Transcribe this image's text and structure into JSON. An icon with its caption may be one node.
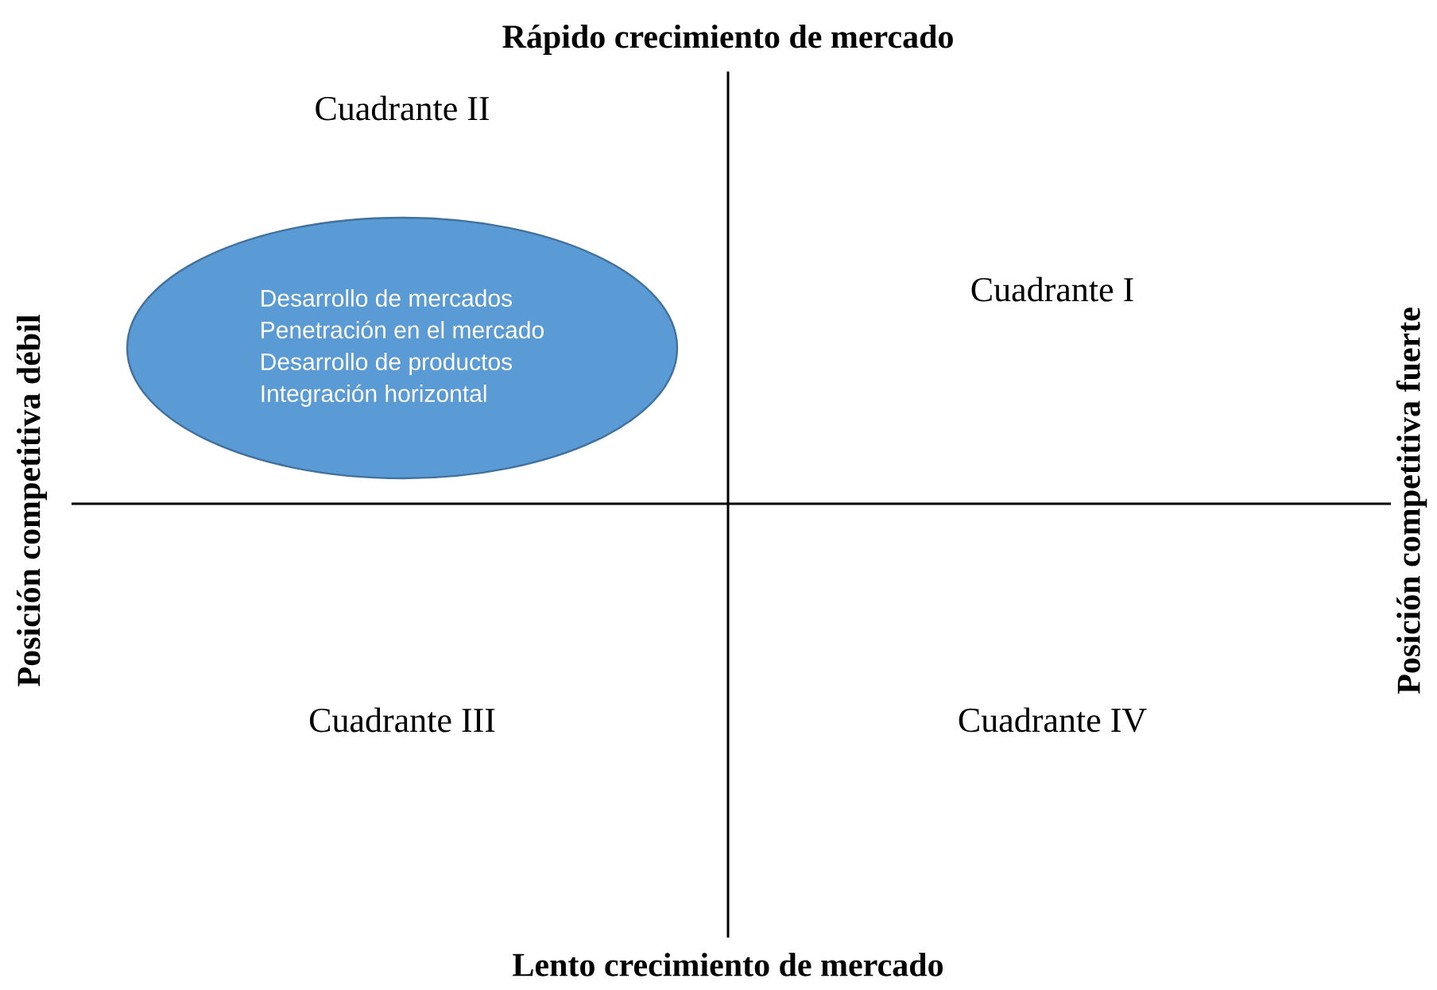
{
  "diagram": {
    "nodes": [
      {
        "text": [
          "Desarrollo de mercados",
          "Penetración en el mercado",
          "Desarrollo de productos",
          "Integración horizontal"
        ]
      }
    ],
    "labels": [
      "Rápido crecimiento de mercado",
      "Cuadrante II",
      "Posición competitiva débil",
      "Cuadrante I",
      "Posición competitiva fuerte",
      "Cuadrante III",
      "Cuadrante IV",
      "Lento crecimiento de mercado"
    ]
  }
}
